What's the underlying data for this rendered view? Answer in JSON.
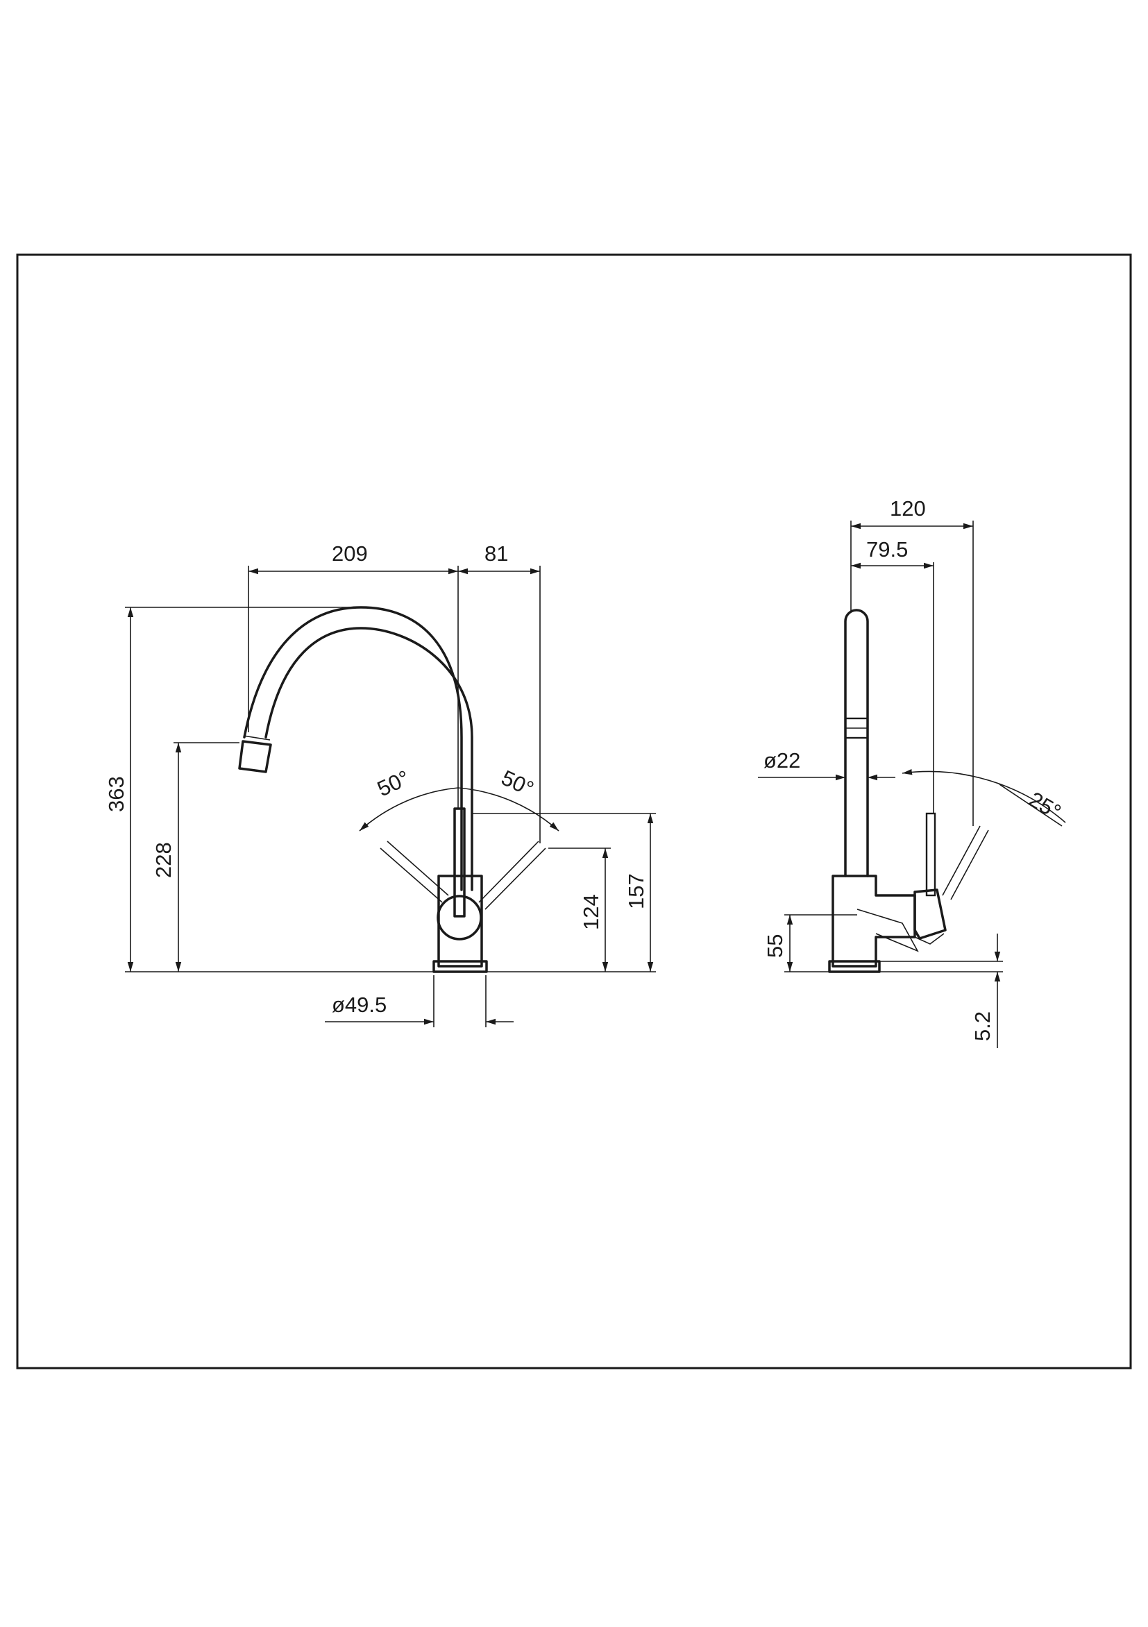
{
  "drawing": {
    "front_view": {
      "width_209": "209",
      "width_81": "81",
      "height_363": "363",
      "height_228": "228",
      "height_124": "124",
      "height_157": "157",
      "angle_left": "50°",
      "angle_right": "50°",
      "base_diameter": "ø49.5"
    },
    "side_view": {
      "depth_120": "120",
      "depth_79_5": "79.5",
      "spout_diameter": "ø22",
      "lever_angle": "25°",
      "height_55": "55",
      "base_5_2": "5.2"
    }
  }
}
